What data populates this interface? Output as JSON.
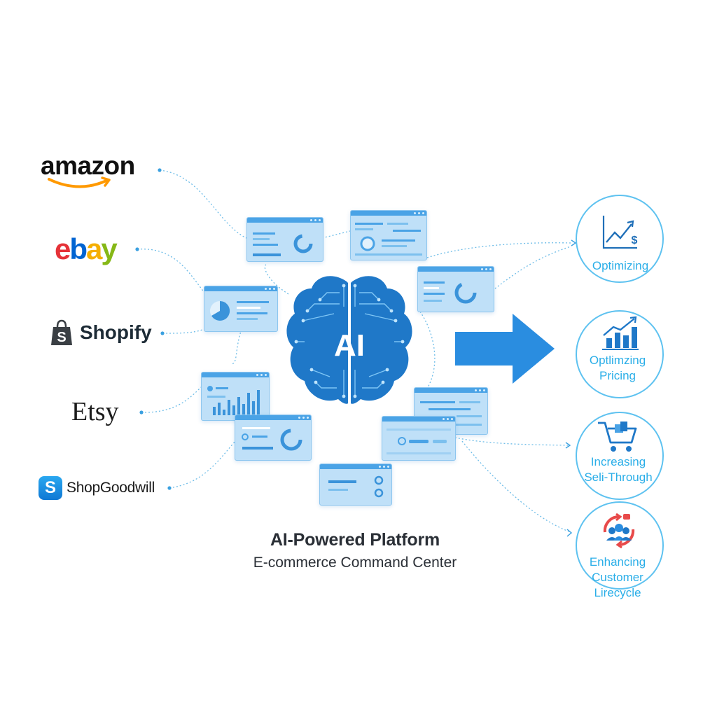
{
  "marketplaces": {
    "amazon": "amazon",
    "ebay_letters": [
      "e",
      "b",
      "a",
      "y"
    ],
    "shopify": "Shopify",
    "etsy": "Etsy",
    "shopgoodwill_badge": "S",
    "shopgoodwill": "ShopGoodwill"
  },
  "core": {
    "label": "AI",
    "title": "AI-Powered Platform",
    "subtitle": "E-commerce Command Center"
  },
  "outcomes": [
    {
      "line1": "Optimizing",
      "line2": "",
      "line3": "",
      "icon": "line-chart-dollar-icon"
    },
    {
      "line1": "Optlimzing",
      "line2": "Pricing",
      "line3": "",
      "icon": "bar-chart-growth-icon"
    },
    {
      "line1": "Increasing",
      "line2": "Seli-Through",
      "line3": "",
      "icon": "shopping-cart-icon"
    },
    {
      "line1": "Enhancing",
      "line2": "Customer",
      "line3": "Lirecycle",
      "icon": "customer-cycle-icon"
    }
  ],
  "colors": {
    "brand_blue": "#1f78c8",
    "accent": "#2aaee8",
    "panel": "#bfe0f8",
    "ebay_e": "#e53238",
    "ebay_b": "#0064d2",
    "ebay_a": "#f5af02",
    "ebay_y": "#86b817",
    "amazon_smile": "#ff9900",
    "shopify_green": "#95bf47"
  }
}
